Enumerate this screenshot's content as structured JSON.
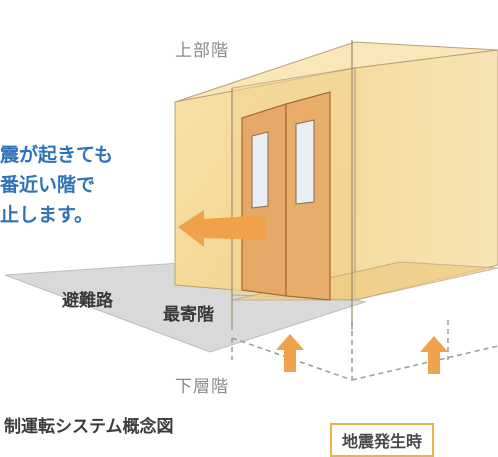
{
  "labels": {
    "upper_floor": "上部階",
    "lower_floor": "下層階",
    "evacuation_route": "避難路",
    "nearest_floor": "最寄階",
    "caption": "制運転システム概念図",
    "badge": "地震発生時"
  },
  "callout": {
    "lines": [
      "震が起きても",
      "番近い階で",
      "止します。"
    ]
  },
  "colors": {
    "callout_text": "#2f72b8",
    "arrow": "#f0a24a",
    "cab": "#f6dfa6",
    "floor_plate": "#d9d9d9",
    "badge_border": "#ecb14a"
  },
  "icons": [
    "left-arrow-icon",
    "up-arrow-icon"
  ]
}
